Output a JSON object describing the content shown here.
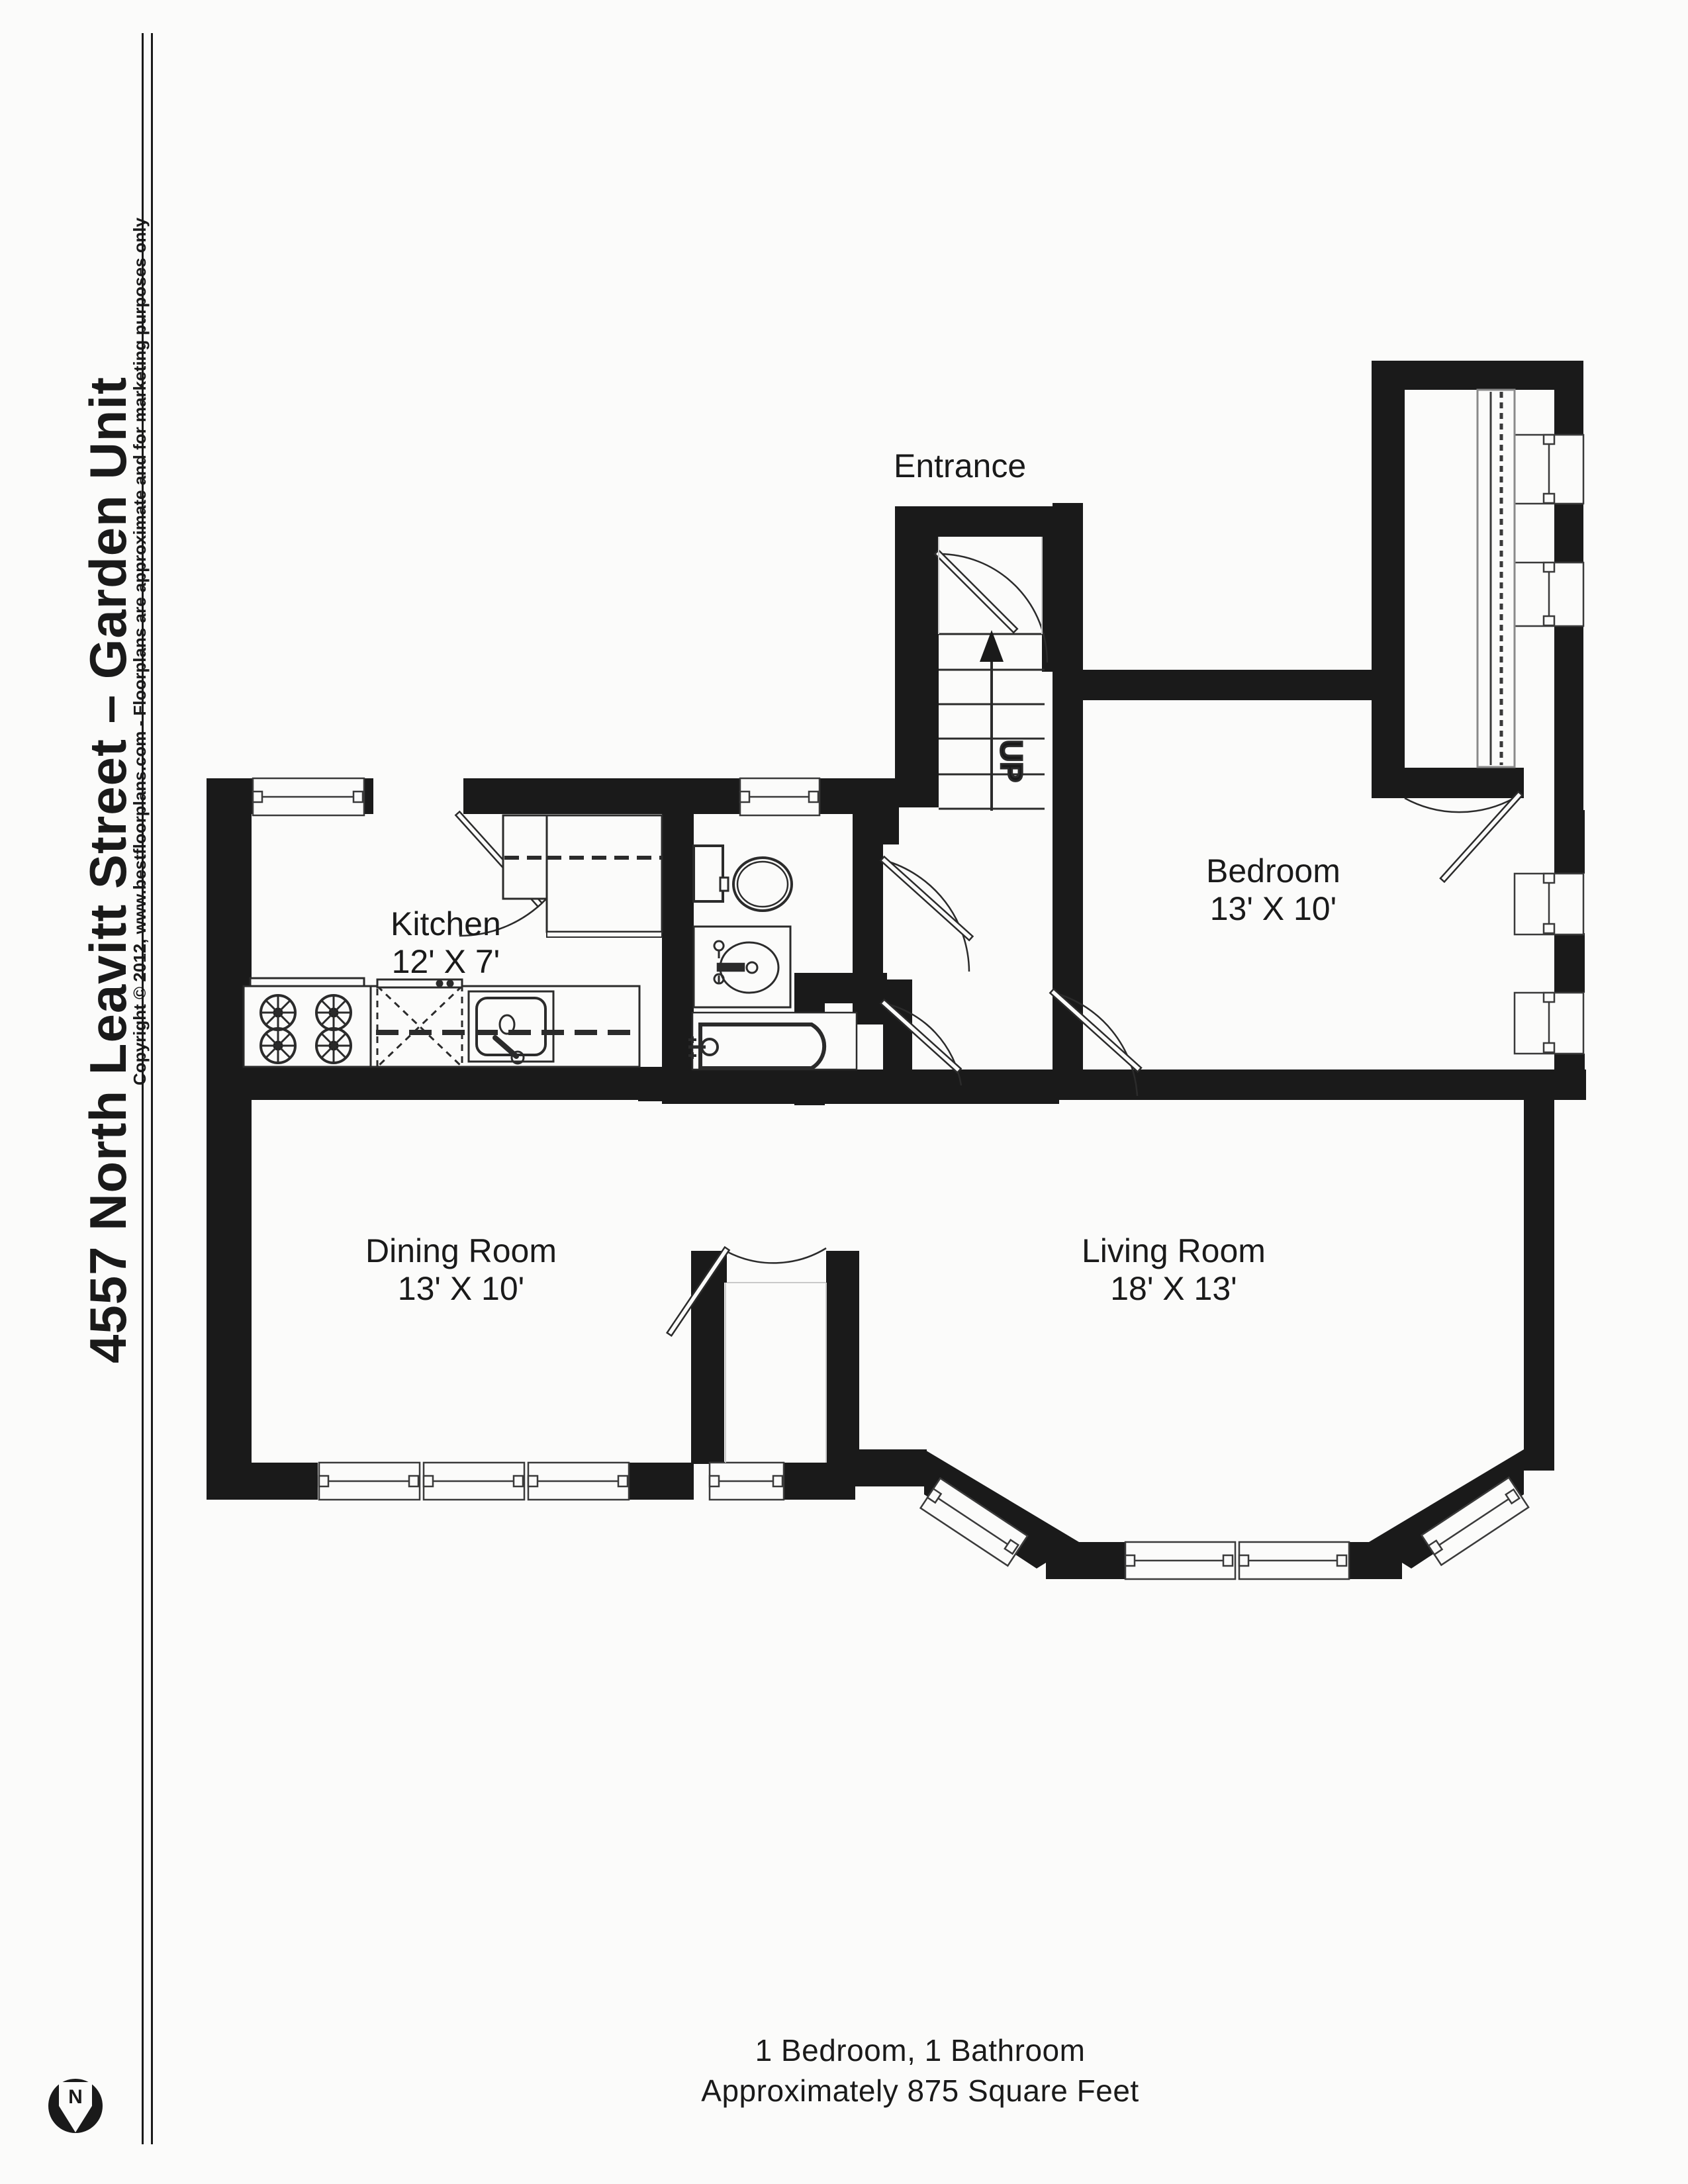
{
  "title": {
    "heading": "4557 North Leavitt Street – Garden Unit",
    "copyright": "Copyright © 2012, www.bestfloorplans.com - Floorplans are approximate and for marketing purposes only"
  },
  "compass": {
    "label": "N",
    "icon": "north-arrow-icon"
  },
  "rooms": [
    {
      "key": "entrance",
      "name": "Entrance",
      "dimensions": ""
    },
    {
      "key": "kitchen",
      "name": "Kitchen",
      "dimensions": "12' X 7'"
    },
    {
      "key": "bedroom",
      "name": "Bedroom",
      "dimensions": "13' X 10'"
    },
    {
      "key": "dining",
      "name": "Dining Room",
      "dimensions": "13' X 10'"
    },
    {
      "key": "living",
      "name": "Living Room",
      "dimensions": "18' X 13'"
    }
  ],
  "stairs": {
    "direction_label": "UP",
    "arrow": "up-arrow-icon",
    "treads": 5
  },
  "fixtures": {
    "range": "range-4-burner-icon",
    "dishwasher": "dishwasher-icon",
    "sink": "kitchen-sink-icon",
    "refrigerator": "refrigerator-icon",
    "toilet": "toilet-icon",
    "lavatory": "bathroom-sink-icon",
    "bathtub": "bathtub-icon",
    "closet_rod": "closet-rod-icon"
  },
  "footer": {
    "line1": "1 Bedroom, 1 Bathroom",
    "line2": "Approximately 875 Square Feet"
  },
  "colors": {
    "wall": "#1a1a1a",
    "paper": "#fbfbfa",
    "line": "#2b2b2b"
  }
}
